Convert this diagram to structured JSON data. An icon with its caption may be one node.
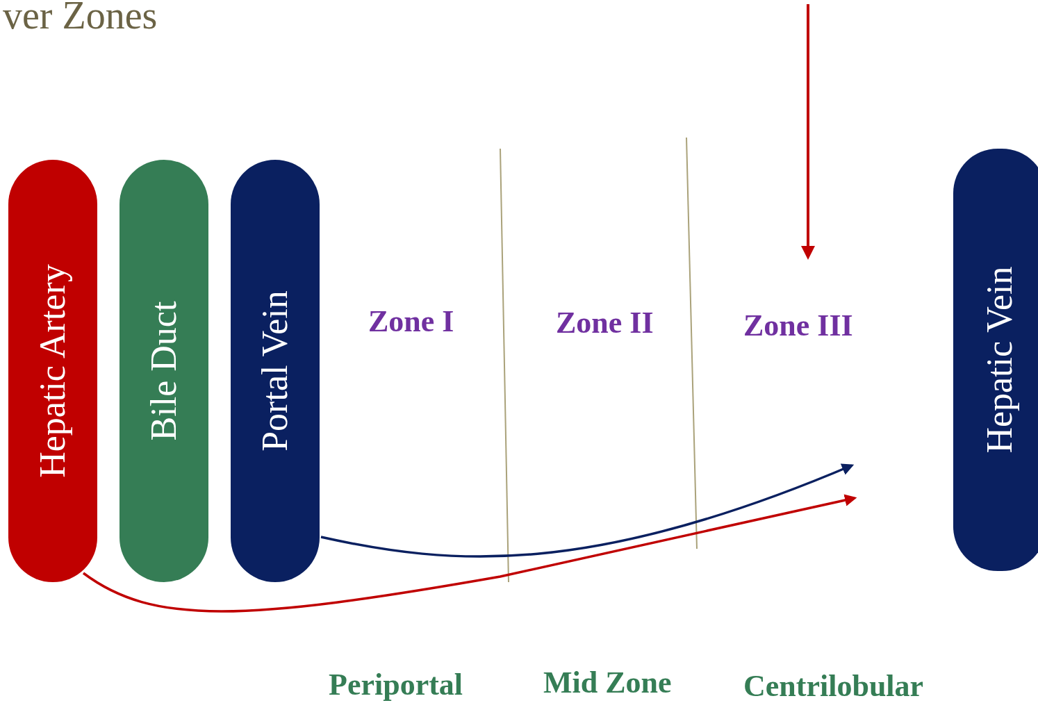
{
  "diagram": {
    "title": "ver Zones",
    "nodes": [
      {
        "text": [
          "Hepatic Artery"
        ]
      },
      {
        "text": [
          "Bile Duct"
        ]
      },
      {
        "text": [
          "Portal Vein"
        ]
      },
      {
        "text": [
          "Hepatic Vein"
        ]
      }
    ],
    "edges": [
      {
        "from": 2,
        "to": null,
        "arrow": "to",
        "color": "#0a2060"
      },
      {
        "from": 0,
        "to": null,
        "arrow": "to",
        "color": "#c00000"
      }
    ],
    "labels": [
      "Zone I",
      "Zone II",
      "Zone III",
      "Periportal",
      "Mid Zone",
      "Centrilobular"
    ]
  }
}
